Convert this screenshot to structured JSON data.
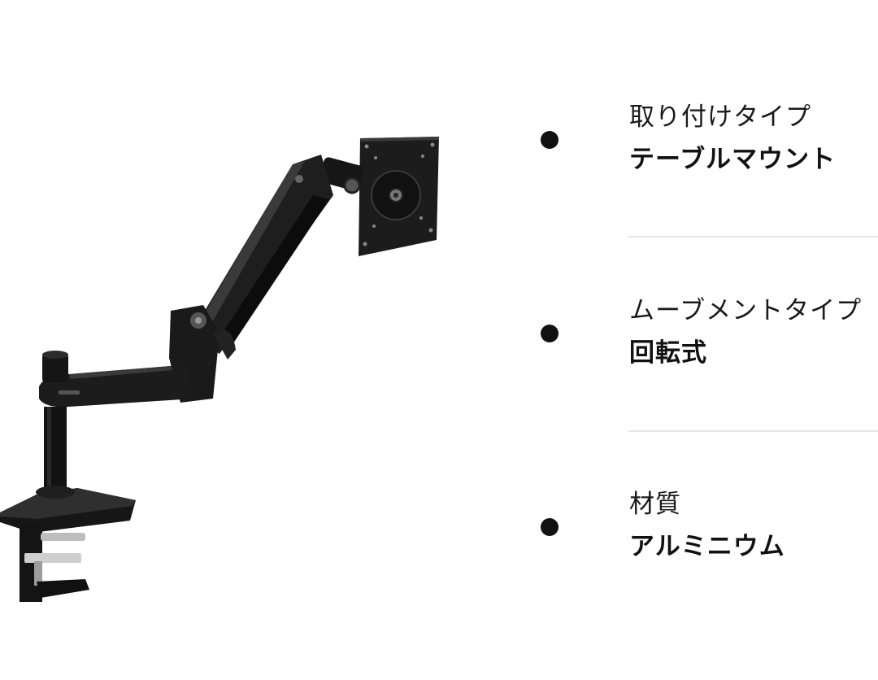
{
  "product": {
    "image_alt": "Black aluminium monitor arm with desk clamp"
  },
  "specs": [
    {
      "label": "取り付けタイプ",
      "value": "テーブルマウント"
    },
    {
      "label": "ムーブメントタイプ",
      "value": "回転式"
    },
    {
      "label": "材質",
      "value": "アルミニウム"
    }
  ],
  "colors": {
    "text": "#111111",
    "divider": "#e6e6e6",
    "background": "#ffffff"
  }
}
